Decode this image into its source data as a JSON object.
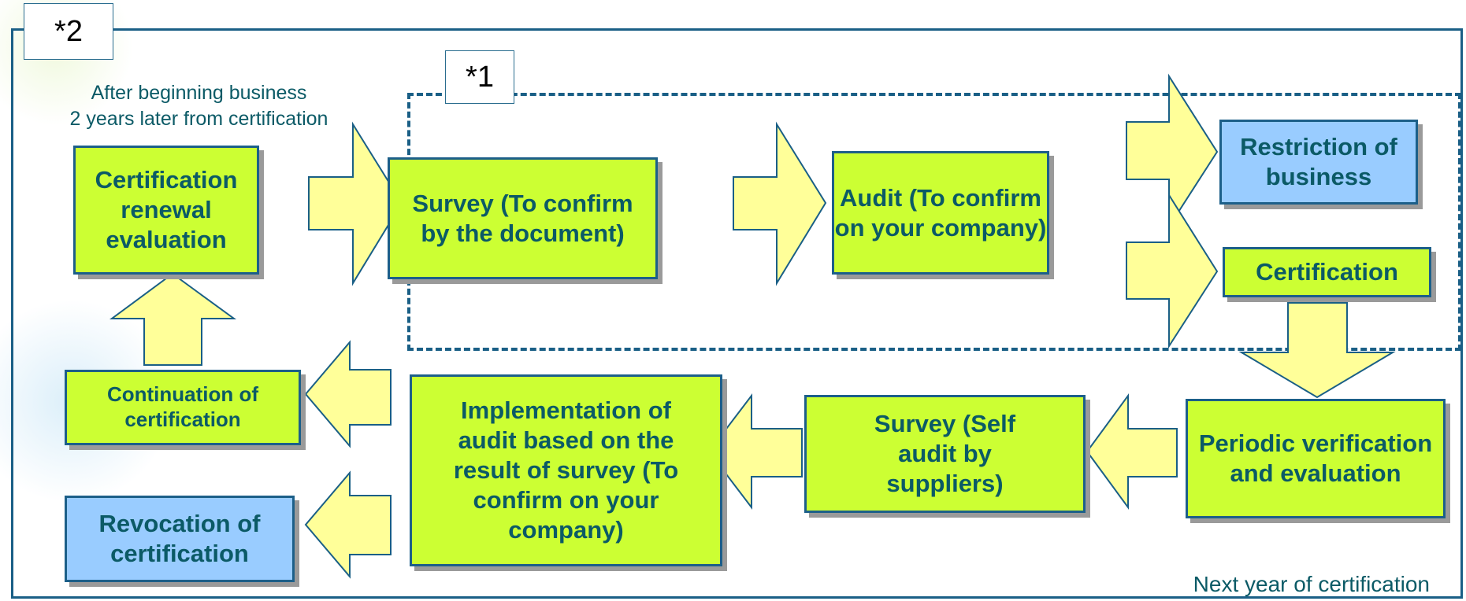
{
  "tags": {
    "outer": "*2",
    "inner": "*1"
  },
  "notes": {
    "after_beginning": [
      "After beginning business",
      "2 years later from certification"
    ],
    "next_year": "Next year of certification"
  },
  "boxes": {
    "renewal": "Certification renewal evaluation",
    "survey_doc": "Survey (To confirm by the document)",
    "audit": "Audit (To confirm on your company)",
    "restriction": "Restriction of business",
    "certification": "Certification",
    "continuation": "Continuation of certification",
    "implementation": "Implementation of audit based on  the result of survey (To confirm on your company)",
    "survey_self": "Survey (Self audit by suppliers)",
    "periodic": "Periodic verification and evaluation",
    "revocation": "Revocation of certification"
  },
  "colors": {
    "box_green": "#ccff33",
    "box_blue": "#99ccff",
    "arrow_fill": "#ffff99",
    "border": "#1a5f86",
    "text": "#0b5a66"
  }
}
